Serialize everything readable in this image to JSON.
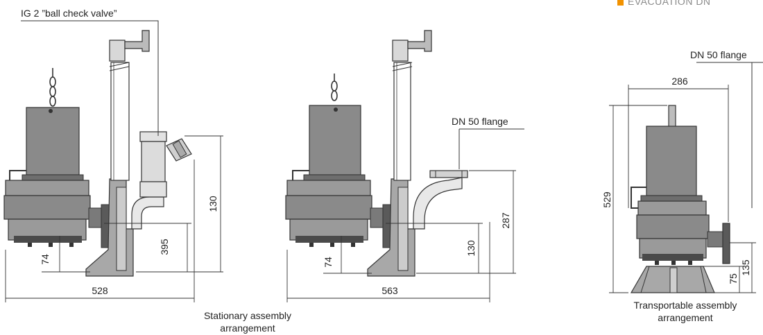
{
  "header": {
    "section_label": "EVACUATION DN",
    "accent_color": "#f29200"
  },
  "figures": {
    "left": {
      "valve_label": "IG 2 ”ball check valve”",
      "dim_width": "528",
      "dim_height": "130",
      "dim_outlet": "395",
      "dim_base": "74"
    },
    "middle": {
      "flange_label": "DN 50 flange",
      "dim_width": "563",
      "dim_height": "287",
      "dim_outlet": "130",
      "dim_base": "74"
    },
    "right": {
      "flange_label": "DN 50 flange",
      "dim_width": "286",
      "dim_height": "529",
      "dim_outlet": "135",
      "dim_base": "75"
    }
  },
  "captions": {
    "stationary_line1": "Stationary assembly",
    "stationary_line2": "arrangement",
    "transportable_line1": "Transportable assembly",
    "transportable_line2": "arrangement"
  },
  "colors": {
    "drawing": "#333333",
    "motor_fill": "#8a8a8a",
    "body_fill": "#9a9a9a",
    "dark_fill": "#4a4a4a"
  }
}
